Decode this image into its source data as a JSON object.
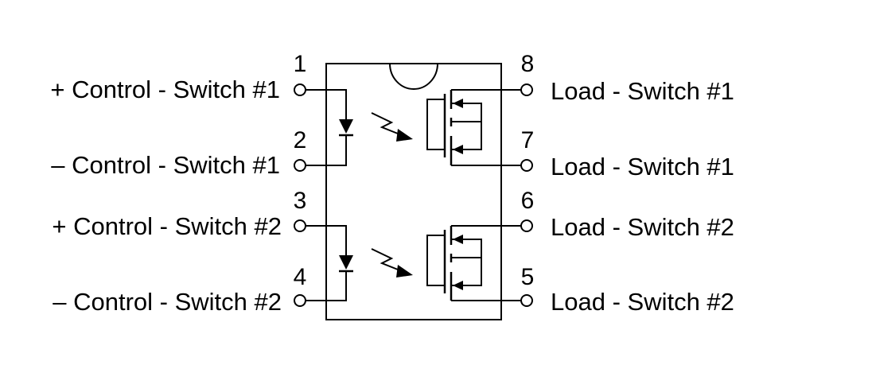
{
  "left_labels": [
    "+ Control - Switch #1",
    "– Control - Switch #1",
    "+ Control - Switch #2",
    "– Control - Switch #2"
  ],
  "right_labels": [
    "Load - Switch #1",
    "Load - Switch #1",
    "Load - Switch #2",
    "Load - Switch #2"
  ],
  "pins_left": [
    "1",
    "2",
    "3",
    "4"
  ],
  "pins_right": [
    "8",
    "7",
    "6",
    "5"
  ]
}
